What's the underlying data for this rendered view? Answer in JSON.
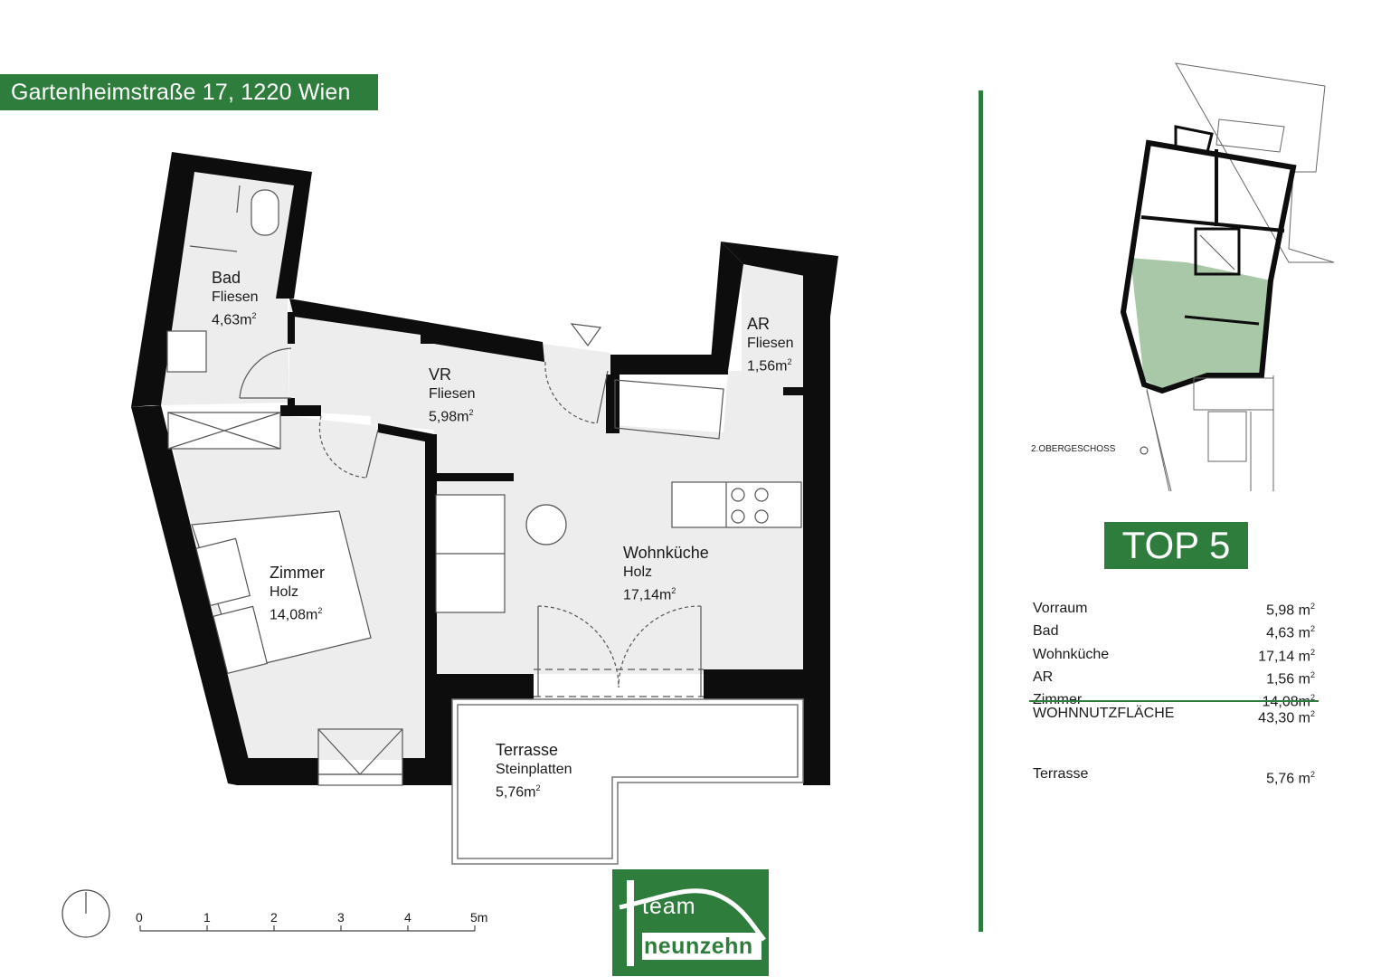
{
  "header": {
    "address": "Gartenheimstraße 17, 1220 Wien"
  },
  "rooms": {
    "bad": {
      "name": "Bad",
      "floor": "Fliesen",
      "area": "4,63m",
      "sup": "2"
    },
    "vr": {
      "name": "VR",
      "floor": "Fliesen",
      "area": "5,98m",
      "sup": "2"
    },
    "ar": {
      "name": "AR",
      "floor": "Fliesen",
      "area": "1,56m",
      "sup": "2"
    },
    "wohnkueche": {
      "name": "Wohnküche",
      "floor": "Holz",
      "area": "17,14m",
      "sup": "2"
    },
    "zimmer": {
      "name": "Zimmer",
      "floor": "Holz",
      "area": "14,08m",
      "sup": "2"
    },
    "terrasse": {
      "name": "Terrasse",
      "floor": "Steinplatten",
      "area": "5,76m",
      "sup": "2"
    }
  },
  "keyplan": {
    "caption": "2.OBERGESCHOSS"
  },
  "unit": {
    "label": "TOP 5"
  },
  "area_table": {
    "rows": [
      {
        "label": "Vorraum",
        "value": "5,98 m",
        "sup": "2"
      },
      {
        "label": "Bad",
        "value": "4,63 m",
        "sup": "2"
      },
      {
        "label": "Wohnküche",
        "value": "17,14 m",
        "sup": "2"
      },
      {
        "label": "AR",
        "value": "1,56 m",
        "sup": "2"
      },
      {
        "label": "Zimmer",
        "value": "14,08m",
        "sup": "2"
      }
    ],
    "total": {
      "label": "WOHNNUTZFLÄCHE",
      "value": "43,30 m",
      "sup": "2"
    },
    "terrace": {
      "label": "Terrasse",
      "value": "5,76 m",
      "sup": "2"
    }
  },
  "scale": {
    "ticks": [
      "0",
      "1",
      "2",
      "3",
      "4",
      "5m"
    ]
  },
  "logo": {
    "line1": "team",
    "line2": "neunzehn"
  },
  "colors": {
    "brand_green": "#2e7d3c",
    "wall": "#0d0d0d",
    "room_fill": "#ededed",
    "keyplan_highlight": "#a9c8a7"
  }
}
